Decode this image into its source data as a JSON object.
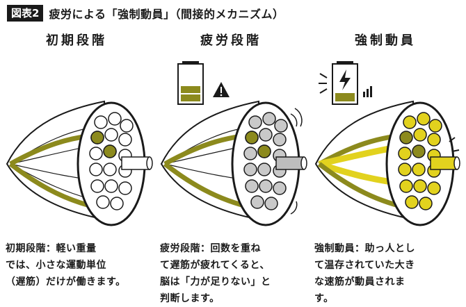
{
  "header": {
    "badge": "図表2",
    "title": "疲労による「強制動員」（間接的メカニズム）"
  },
  "stages": [
    {
      "title": "初期段階",
      "caption": "初期段階：軽い重量\nでは、小さな運動単位\n（遅筋）だけが働きます。"
    },
    {
      "title": "疲労段階",
      "caption": "疲労段階：回数を重ね\nて遅筋が疲れてくると、\n脳は「力が足りない」と\n判断します。"
    },
    {
      "title": "強制動員",
      "caption": "強制動員：助っ人とし\nて温存されていた大き\nな速筋が動員されま\nす。"
    }
  ],
  "icons": {
    "stage2_battery": "battery-low-icon",
    "stage2_warning": "warning-icon",
    "stage3_battery": "battery-charging-icon",
    "stage3_signal": "signal-bars-icon"
  },
  "colors": {
    "olive": "#8c8a1d",
    "yellow": "#e2d21e",
    "dark": "#1a1a1a",
    "gray": "#9a9a9a"
  }
}
